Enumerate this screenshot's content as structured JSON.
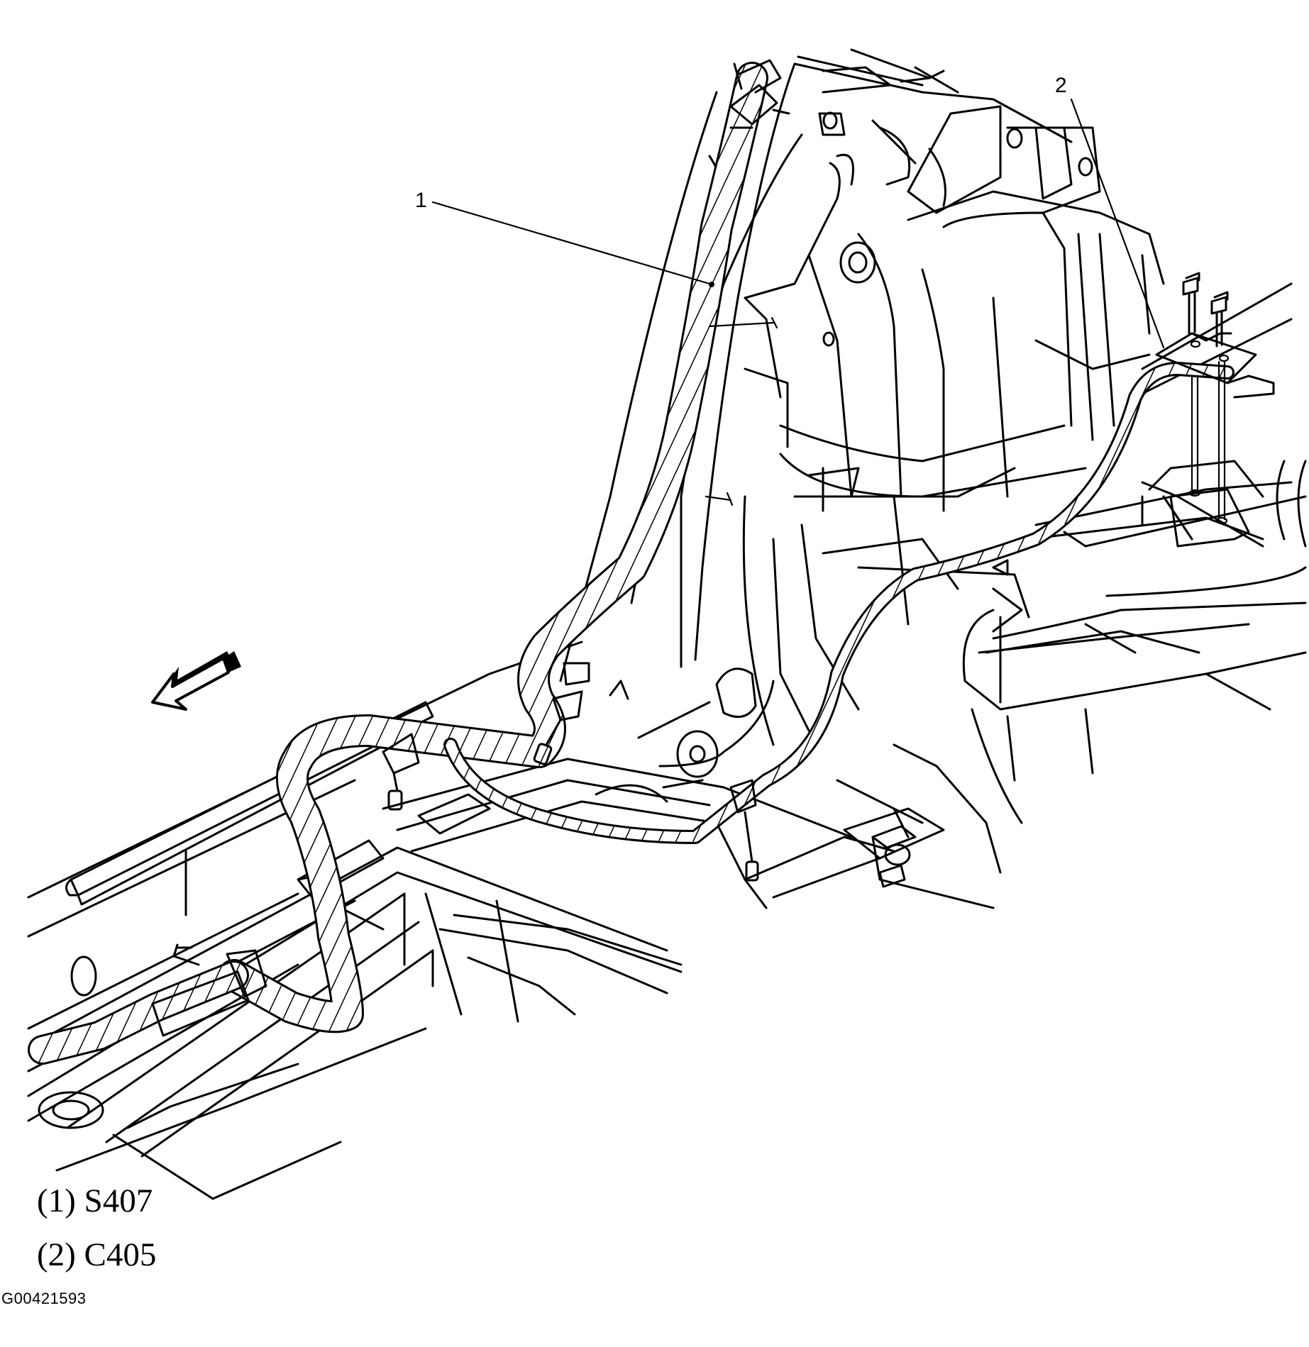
{
  "callouts": [
    {
      "number": "1"
    },
    {
      "number": "2"
    }
  ],
  "legend": [
    {
      "text": "(1) S407"
    },
    {
      "text": "(2) C405"
    }
  ],
  "figure_id": "G00421593",
  "icons": [
    "direction-arrow-icon"
  ],
  "colors": {
    "line": "#000000",
    "background": "#ffffff"
  }
}
